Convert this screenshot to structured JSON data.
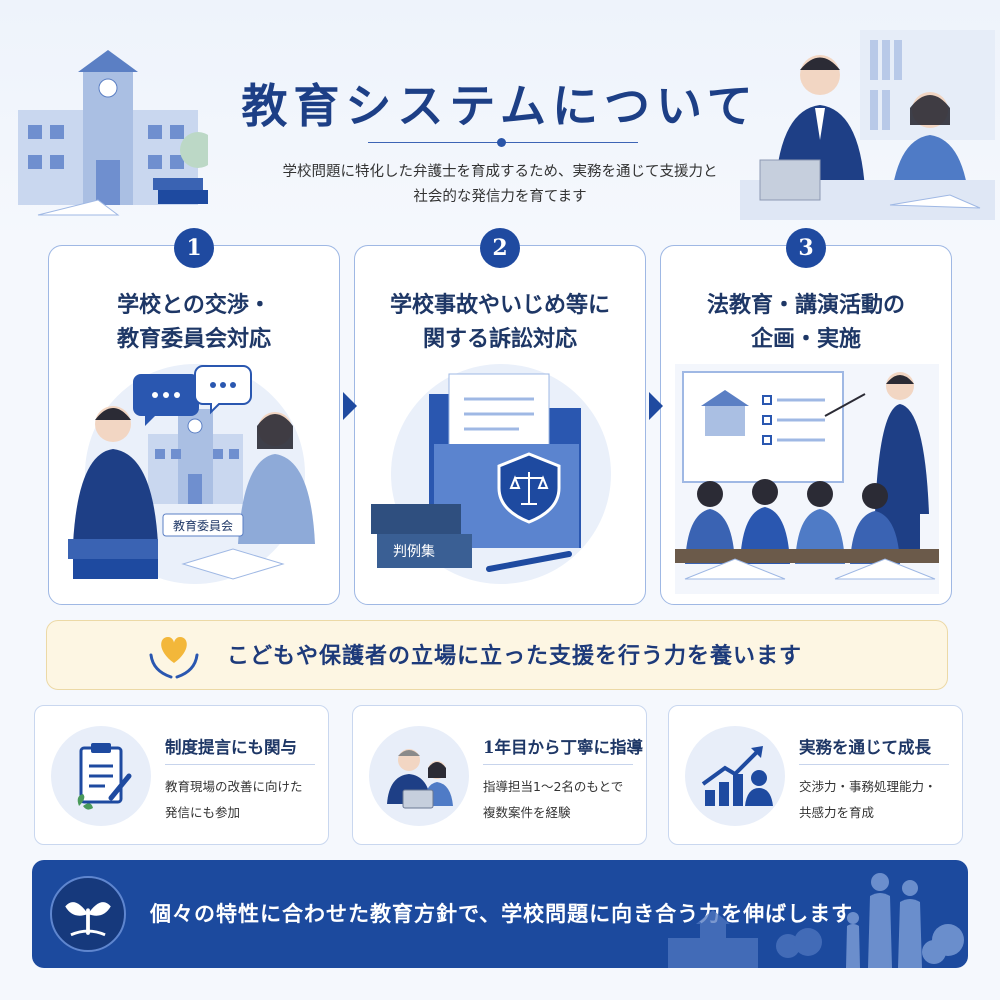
{
  "header": {
    "title": "教育システムについて",
    "subtitle_line1": "学校問題に特化した弁護士を育成するため、実務を通じて支援力と",
    "subtitle_line2": "社会的な発信力を育てます"
  },
  "steps": [
    {
      "number": "1",
      "title_line1": "学校との交渉・",
      "title_line2": "教育委員会対応",
      "sign_label": "教育委員会",
      "icon": "negotiation-illustration"
    },
    {
      "number": "2",
      "title_line1": "学校事故やいじめ等に",
      "title_line2": "関する訴訟対応",
      "book_label": "判例集",
      "icon": "legal-folder-illustration"
    },
    {
      "number": "3",
      "title_line1": "法教育・講演活動の",
      "title_line2": "企画・実施",
      "icon": "lecture-illustration"
    }
  ],
  "banner": {
    "text": "こどもや保護者の立場に立った支援を行う力を養います",
    "icon": "heart-hands-icon"
  },
  "features": [
    {
      "title": "制度提言にも関与",
      "desc_line1": "教育現場の改善に向けた",
      "desc_line2": "発信にも参加",
      "icon": "clipboard-pen-icon"
    },
    {
      "title": "1年目から丁寧に指導",
      "desc_line1": "指導担当1〜2名のもとで",
      "desc_line2": "複数案件を経験",
      "icon": "mentoring-icon"
    },
    {
      "title": "実務を通じて成長",
      "desc_line1": "交渉力・事務処理能力・",
      "desc_line2": "共感力を育成",
      "icon": "growth-chart-icon"
    }
  ],
  "footer": {
    "text": "個々の特性に合わせた教育方針で、学校問題に向き合う力を伸ばします",
    "icon": "sprout-icon"
  },
  "colors": {
    "primary": "#1f4aa0",
    "title": "#1d3f86",
    "banner_bg": "#fdf6e3",
    "footer_bg": "#1c4a9e",
    "heart": "#f3b73a"
  }
}
